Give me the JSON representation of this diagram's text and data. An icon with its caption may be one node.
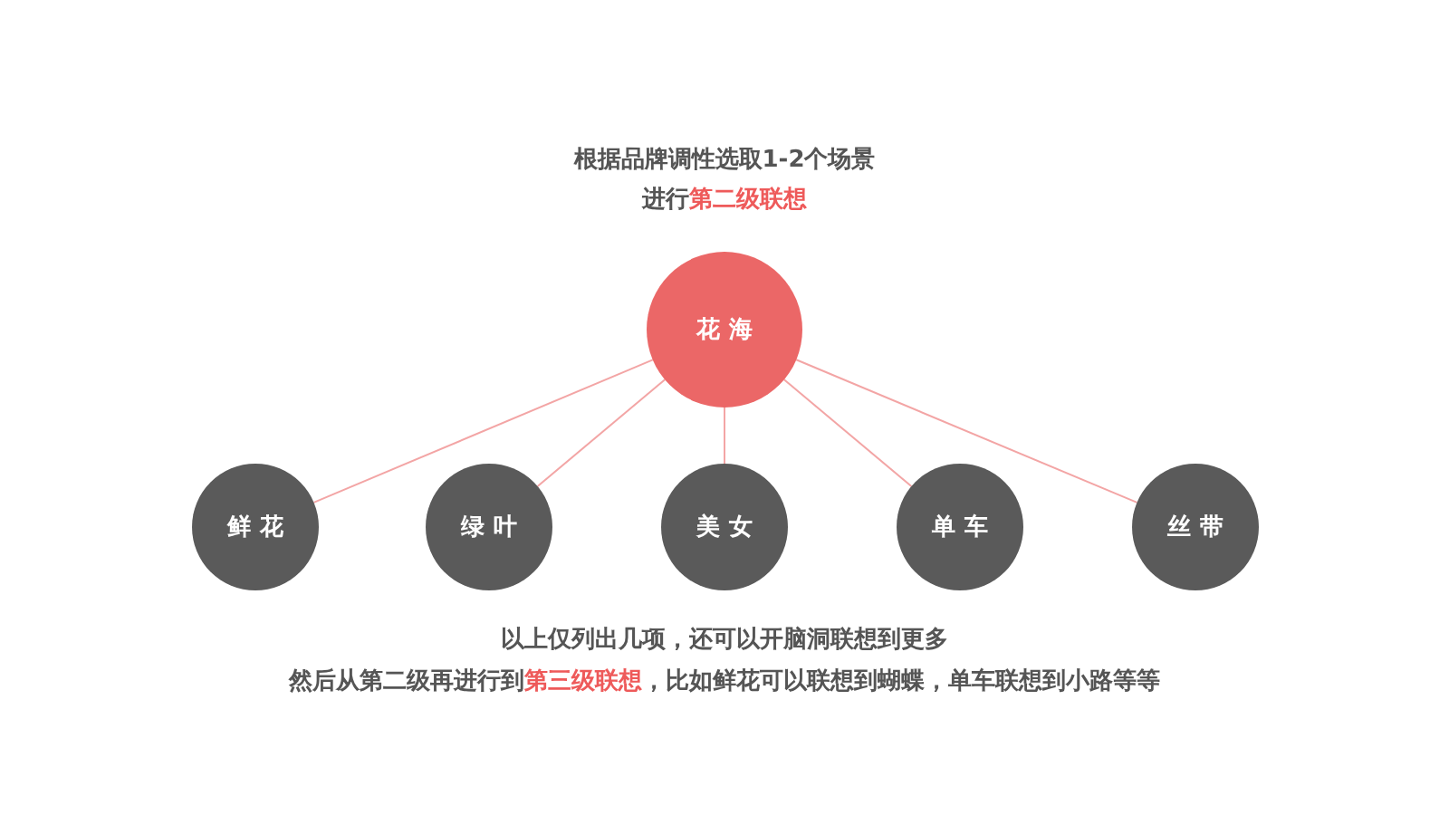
{
  "diagram": {
    "title": "根据品牌调性选取1-2个场景进行**第二级联想**",
    "nodes": [
      {
        "text": [
          "花海"
        ]
      },
      {
        "text": [
          "鲜花"
        ]
      },
      {
        "text": [
          "绿叶"
        ]
      },
      {
        "text": [
          "美女"
        ]
      },
      {
        "text": [
          "单车"
        ]
      },
      {
        "text": [
          "丝带"
        ]
      }
    ],
    "edges": [
      {
        "from": 0,
        "to": 1,
        "arrow": "none"
      },
      {
        "from": 0,
        "to": 2,
        "arrow": "none"
      },
      {
        "from": 0,
        "to": 3,
        "arrow": "none"
      },
      {
        "from": 0,
        "to": 4,
        "arrow": "none"
      },
      {
        "from": 0,
        "to": 5,
        "arrow": "none"
      }
    ],
    "labels": [
      "以上仅列出几项，还可以开脑洞联想到更多",
      "然后从第二级再进行到**第三级联想**，比如鲜花可以联想到蝴蝶，单车联想到小路等等"
    ]
  }
}
